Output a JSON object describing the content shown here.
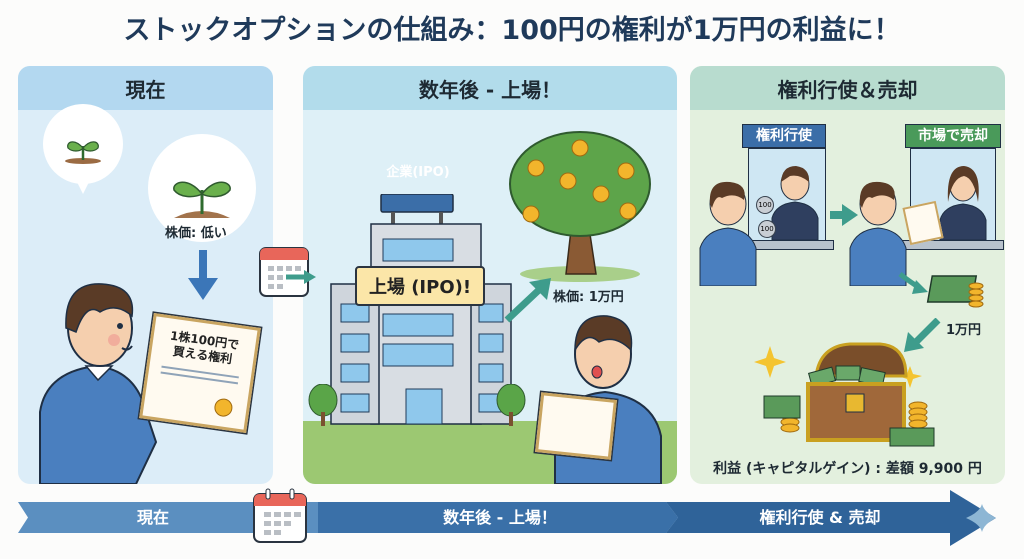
{
  "title": "ストックオプションの仕組み：100円の権利が1万円の利益に！",
  "panels": [
    {
      "header": "現在",
      "stock_price_label": "株価: 低い",
      "certificate_text_line1": "1株100円で",
      "certificate_text_line2": "買える権利",
      "icons": [
        "sprout-icon",
        "arrow-down-icon",
        "certificate-icon",
        "person-icon"
      ]
    },
    {
      "header": "数年後 - 上場！",
      "company_sign": "企業(IPO)",
      "banner": "上場 (IPO)!",
      "stock_price_label": "株価: 1万円",
      "icons": [
        "calendar-icon",
        "building-icon",
        "money-tree-icon",
        "arrow-up-icon",
        "surprised-person-icon"
      ]
    },
    {
      "header": "権利行使＆売却",
      "window1_sign": "権利行使",
      "window2_sign": "市場で売却",
      "coin_label": "100",
      "proceeds_label": "1万円",
      "profit_label": "利益 (キャピタルゲイン) : 差額 9,900 円",
      "icons": [
        "counter-window-icon",
        "coins-icon",
        "cash-stack-icon",
        "treasure-chest-icon"
      ]
    }
  ],
  "timeline": {
    "stages": [
      "現在",
      "数年後 - 上場！",
      "権利行使 & 売却"
    ]
  },
  "colors": {
    "title": "#1f3a5a",
    "timeline_blue": "#3a6fa5",
    "accent_teal": "#3e9c8c",
    "sign_blue": "#3b6ea8",
    "sign_green": "#4a9a5a",
    "grass": "#9cc872"
  }
}
